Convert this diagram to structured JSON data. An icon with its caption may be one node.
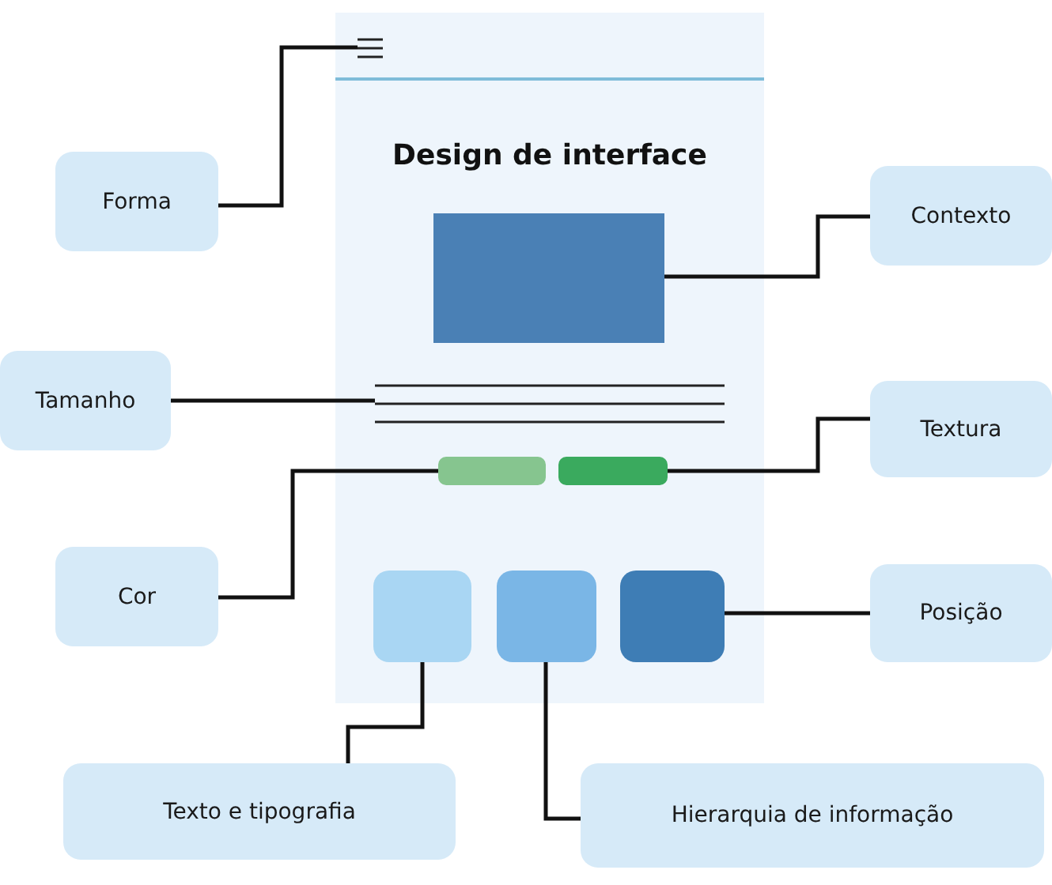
{
  "diagram": {
    "nodes": [
      {
        "text": [
          "Forma"
        ]
      },
      {
        "text": [
          "Contexto"
        ]
      },
      {
        "text": [
          "Tamanho"
        ]
      },
      {
        "text": [
          "Textura"
        ]
      },
      {
        "text": [
          "Cor"
        ]
      },
      {
        "text": [
          "Posição"
        ]
      },
      {
        "text": [
          "Design de interface"
        ]
      },
      {
        "text": [],
        "shape": "menu",
        "in": 6
      },
      {
        "text": [],
        "shape": "box",
        "in": 6
      },
      {
        "text": [],
        "shape": "lines",
        "in": 6
      },
      {
        "text": [],
        "shape": "bar",
        "in": 6
      },
      {
        "text": [],
        "shape": "bar",
        "in": 6
      },
      {
        "text": [],
        "shape": "box",
        "in": 6
      },
      {
        "text": [],
        "shape": "box",
        "in": 6
      },
      {
        "text": [],
        "shape": "box",
        "in": 6
      },
      {
        "text": [
          "Texto e tipografia"
        ]
      },
      {
        "text": [
          "Hierarquia de informação"
        ]
      }
    ],
    "edges": [
      {
        "from": 0,
        "to": 7,
        "arrow": "none"
      },
      {
        "from": 1,
        "to": 8,
        "arrow": "none"
      },
      {
        "from": 2,
        "to": 9,
        "arrow": "none"
      },
      {
        "from": 3,
        "to": 11,
        "arrow": "none"
      },
      {
        "from": 4,
        "to": 10,
        "arrow": "none"
      },
      {
        "from": 5,
        "to": 14,
        "arrow": "none"
      },
      {
        "from": 15,
        "to": 12,
        "arrow": "none"
      },
      {
        "from": 16,
        "to": 13,
        "arrow": "none"
      }
    ]
  }
}
